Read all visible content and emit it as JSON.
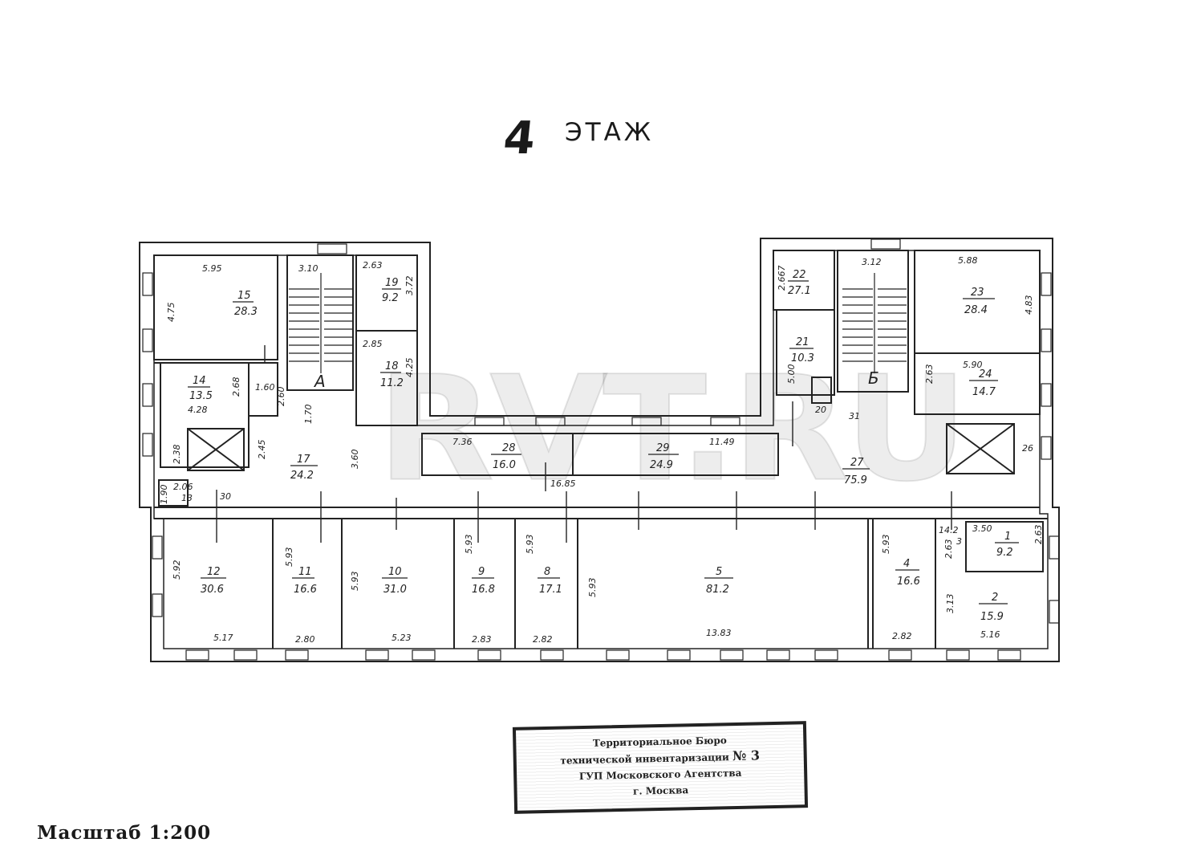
{
  "title": {
    "number": "4",
    "word": "ЭТАЖ"
  },
  "scale": "Масштаб 1:200",
  "watermark": "RVT.RU",
  "stamp": {
    "line1": "Территориальное Бюро",
    "line2": "технической инвентаризации",
    "line2_no": "№ 3",
    "line3": "ГУП Московского Агентства",
    "line4": "г. Москва"
  },
  "stair_marks": [
    "А",
    "Б"
  ],
  "rooms": [
    {
      "id": "15",
      "area": "28.3"
    },
    {
      "id": "14",
      "area": "13.5"
    },
    {
      "id": "19",
      "area": "9.2"
    },
    {
      "id": "18",
      "area": "11.2"
    },
    {
      "id": "17",
      "area": "24.2"
    },
    {
      "id": "28",
      "area": "16.0"
    },
    {
      "id": "29",
      "area": "24.9"
    },
    {
      "id": "22",
      "area": "27.1"
    },
    {
      "id": "21",
      "area": "10.3"
    },
    {
      "id": "23",
      "area": "28.4"
    },
    {
      "id": "24",
      "area": "14.7"
    },
    {
      "id": "27",
      "area": "75.9"
    },
    {
      "id": "12",
      "area": "30.6"
    },
    {
      "id": "11",
      "area": "16.6"
    },
    {
      "id": "10",
      "area": "31.0"
    },
    {
      "id": "9",
      "area": "16.8"
    },
    {
      "id": "8",
      "area": "17.1"
    },
    {
      "id": "5",
      "area": "81.2"
    },
    {
      "id": "4",
      "area": "16.6"
    },
    {
      "id": "1",
      "area": "9.2"
    },
    {
      "id": "2",
      "area": "15.9"
    }
  ],
  "dimensions": [
    "5.95",
    "4.75",
    "3.10",
    "2.63",
    "3.72",
    "2.85",
    "4.25",
    "2.68",
    "1.60",
    "2.60",
    "4.28",
    "2.38",
    "1.70",
    "2.45",
    "3.60",
    "2.06",
    "1.90",
    "13",
    "30",
    "7.36",
    "16.85",
    "11.49",
    "2.667",
    "5.00",
    "20",
    "31",
    "3.12",
    "5.88",
    "4.83",
    "5.90",
    "2.63",
    "26",
    "5.92",
    "5.93",
    "5.93",
    "5.93",
    "5.93",
    "5.93",
    "5.93",
    "5.17",
    "2.80",
    "5.23",
    "2.83",
    "2.82",
    "13.83",
    "2.82",
    "14.2",
    "3.50",
    "2.63",
    "2.63",
    "3",
    "3.13",
    "5.16"
  ]
}
